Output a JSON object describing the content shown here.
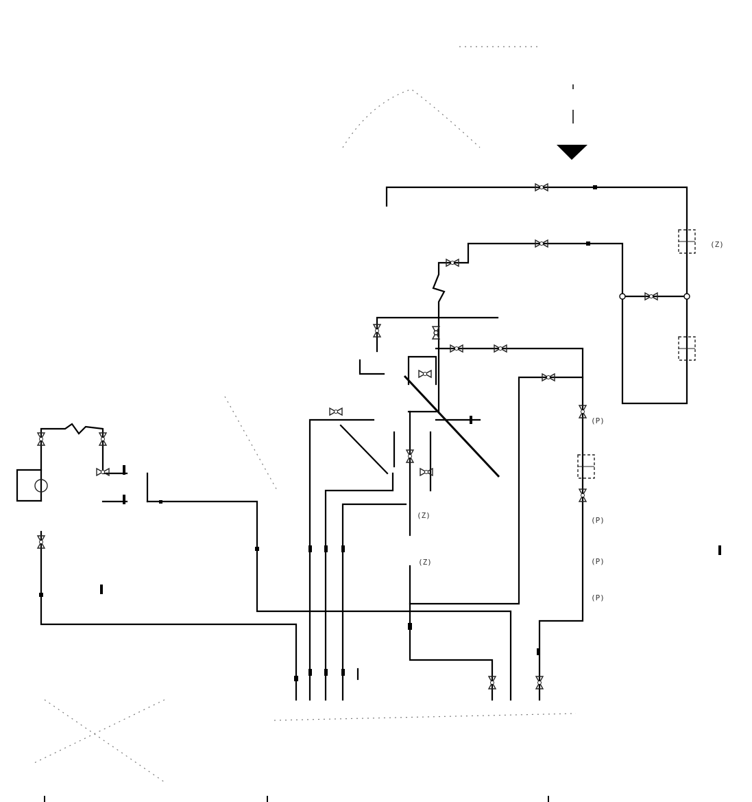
{
  "diagram": {
    "labels": {
      "z_top_right": "(Z)",
      "p_1": "(P)",
      "p_2": "(P)",
      "p_3": "(P)",
      "p_4": "(P)",
      "z_mid_1": "(Z)",
      "z_mid_2": "(Z)"
    }
  }
}
